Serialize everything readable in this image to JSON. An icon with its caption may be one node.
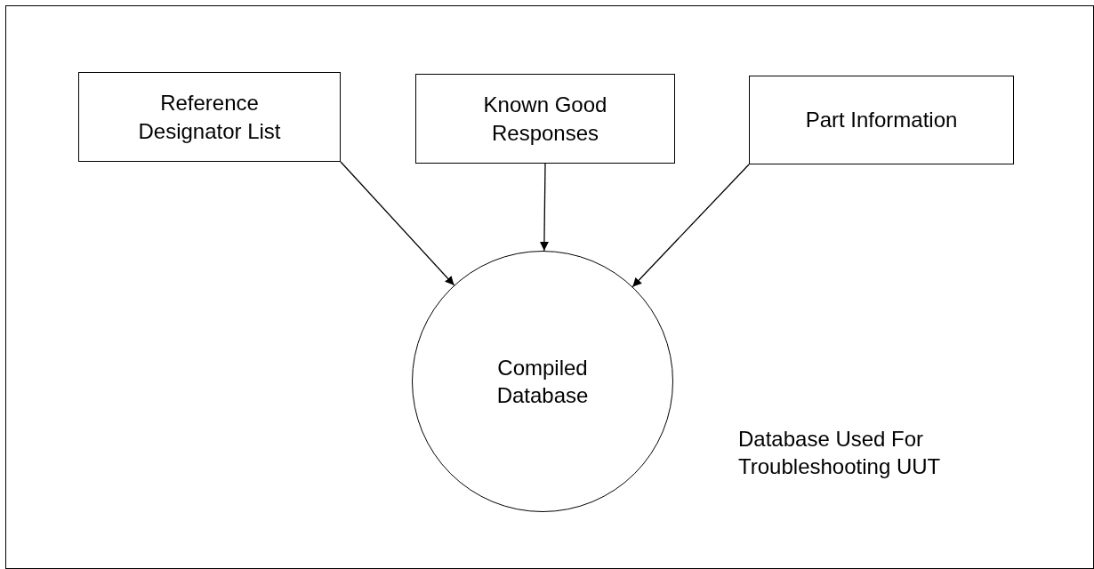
{
  "diagram": {
    "nodes": [
      {
        "text": [
          "Reference Designator List"
        ]
      },
      {
        "text": [
          "Known Good Responses"
        ]
      },
      {
        "text": [
          "Part Information"
        ]
      },
      {
        "text": [
          "Compiled Database"
        ]
      }
    ],
    "edges": [
      {
        "from": 0,
        "to": 3,
        "arrow": "to"
      },
      {
        "from": 1,
        "to": 3,
        "arrow": "to"
      },
      {
        "from": 2,
        "to": 3,
        "arrow": "to"
      }
    ],
    "labels": [
      "Database Used For Troubleshooting UUT"
    ]
  }
}
